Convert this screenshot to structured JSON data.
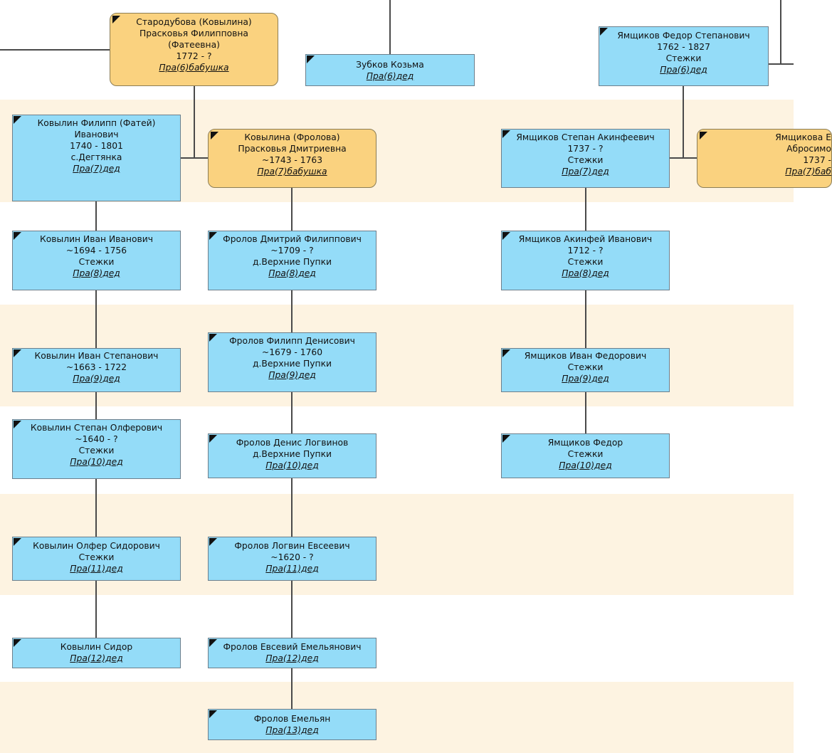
{
  "colors": {
    "male": "#94dcf8",
    "female": "#fad27f",
    "band": "#fdf3e1",
    "line": "#4a4a4a"
  },
  "icons": {
    "card_marker": "deceased-corner-flag-icon"
  },
  "people": [
    {
      "id": "starodubova",
      "gender": "female",
      "lines": [
        "Стародубова (Ковылина)",
        "Прасковья Филипповна",
        "(Фатеевна)",
        "1772 - ?"
      ],
      "relation": "Пра(6)бабушка"
    },
    {
      "id": "zubkov",
      "gender": "male",
      "lines": [
        "Зубков Козьма"
      ],
      "relation": "Пра(6)дед"
    },
    {
      "id": "yamshchikov-fedor-st",
      "gender": "male",
      "lines": [
        "Ямщиков Федор Степанович",
        "1762 - 1827",
        "Стежки"
      ],
      "relation": "Пра(6)дед"
    },
    {
      "id": "kovylin-filipp",
      "gender": "male",
      "lines": [
        "Ковылин Филипп (Фатей)",
        "Иванович",
        "1740 - 1801",
        "с.Дегтянка"
      ],
      "relation": "Пра(7)дед"
    },
    {
      "id": "kovylina-frolova",
      "gender": "female",
      "lines": [
        "Ковылина (Фролова)",
        "Прасковья Дмитриевна",
        "~1743 - 1763"
      ],
      "relation": "Пра(7)бабушка"
    },
    {
      "id": "yamshchikov-stepan",
      "gender": "male",
      "lines": [
        "Ямщиков Степан Акинфеевич",
        "1737 - ?",
        "Стежки"
      ],
      "relation": "Пра(7)дед"
    },
    {
      "id": "yamshchikova-e",
      "gender": "female",
      "lines": [
        "Ямщикова Е",
        "Абросимо",
        "1737 -"
      ],
      "relation": "Пра(7)баб"
    },
    {
      "id": "kovylin-ivan-iv",
      "gender": "male",
      "lines": [
        "Ковылин Иван Иванович",
        "~1694 - 1756",
        "Стежки"
      ],
      "relation": "Пра(8)дед"
    },
    {
      "id": "frolov-dmitriy",
      "gender": "male",
      "lines": [
        "Фролов Дмитрий Филиппович",
        "~1709 - ?",
        "д.Верхние Пупки"
      ],
      "relation": "Пра(8)дед"
    },
    {
      "id": "yamshchikov-akinfey",
      "gender": "male",
      "lines": [
        "Ямщиков Акинфей Иванович",
        "1712 - ?",
        "Стежки"
      ],
      "relation": "Пра(8)дед"
    },
    {
      "id": "kovylin-ivan-st",
      "gender": "male",
      "lines": [
        "Ковылин Иван Степанович",
        "~1663 - 1722"
      ],
      "relation": "Пра(9)дед"
    },
    {
      "id": "frolov-filipp",
      "gender": "male",
      "lines": [
        "Фролов Филипп Денисович",
        "~1679 - 1760",
        "д.Верхние Пупки"
      ],
      "relation": "Пра(9)дед"
    },
    {
      "id": "yamshchikov-ivan",
      "gender": "male",
      "lines": [
        "Ямщиков Иван Федорович",
        "Стежки"
      ],
      "relation": "Пра(9)дед"
    },
    {
      "id": "kovylin-stepan",
      "gender": "male",
      "lines": [
        "Ковылин Степан Олферович",
        "~1640 - ?",
        "Стежки"
      ],
      "relation": "Пра(10)дед"
    },
    {
      "id": "frolov-denis",
      "gender": "male",
      "lines": [
        "Фролов Денис Логвинов",
        "д.Верхние Пупки"
      ],
      "relation": "Пра(10)дед"
    },
    {
      "id": "yamshchikov-fedor",
      "gender": "male",
      "lines": [
        "Ямщиков Федор",
        "Стежки"
      ],
      "relation": "Пра(10)дед"
    },
    {
      "id": "kovylin-olfer",
      "gender": "male",
      "lines": [
        "Ковылин Олфер Сидорович",
        "Стежки"
      ],
      "relation": "Пра(11)дед"
    },
    {
      "id": "frolov-logvin",
      "gender": "male",
      "lines": [
        "Фролов Логвин Евсеевич",
        "~1620 - ?"
      ],
      "relation": "Пра(11)дед"
    },
    {
      "id": "kovylin-sidor",
      "gender": "male",
      "lines": [
        "Ковылин Сидор"
      ],
      "relation": "Пра(12)дед"
    },
    {
      "id": "frolov-evseviy",
      "gender": "male",
      "lines": [
        "Фролов Евсевий Емельянович"
      ],
      "relation": "Пра(12)дед"
    },
    {
      "id": "frolov-emelyan",
      "gender": "male",
      "lines": [
        "Фролов Емельян"
      ],
      "relation": "Пра(13)дед"
    }
  ]
}
